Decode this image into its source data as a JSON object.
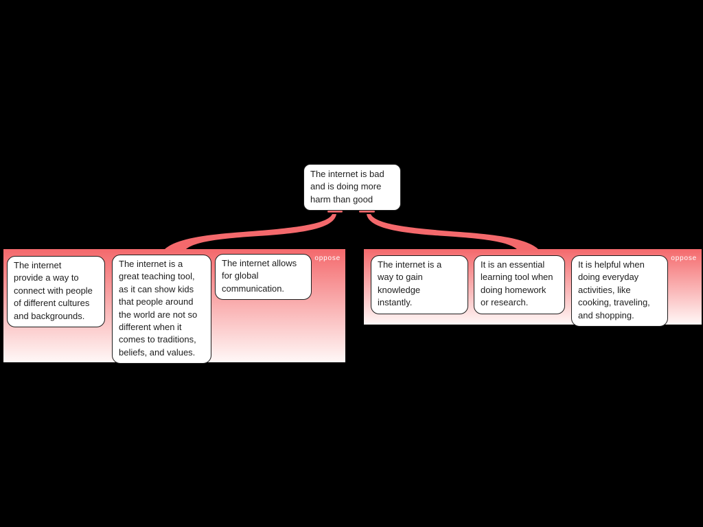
{
  "colors": {
    "background": "#000000",
    "branch": "#f4696c",
    "panel_gradient_top": "#f4696c",
    "panel_gradient_bottom": "#fff8f7",
    "card_background": "#ffffff",
    "card_border": "#1b1b1b",
    "text_color": "#1c1c1c",
    "group_label_color": "#ffffff"
  },
  "root_node": {
    "text": "The internet is bad\nand is doing more\nharm than good"
  },
  "groups": [
    {
      "label": "oppose",
      "cards": [
        {
          "text": "The internet\nprovide a way to\nconnect with people\nof different cultures\nand backgrounds."
        },
        {
          "text": "The internet is a\ngreat teaching tool,\nas it can show kids\nthat people around\nthe world are not so\ndifferent when it\ncomes to traditions,\nbeliefs, and values."
        },
        {
          "text": "The internet allows\nfor global\ncommunication."
        }
      ]
    },
    {
      "label": "oppose",
      "cards": [
        {
          "text": "The internet is a\nway to gain\nknowledge\ninstantly."
        },
        {
          "text": "It is an essential\nlearning tool when\ndoing homework\nor research."
        },
        {
          "text": "It is helpful when\ndoing everyday\nactivities, like\ncooking, traveling,\nand shopping."
        }
      ]
    }
  ]
}
